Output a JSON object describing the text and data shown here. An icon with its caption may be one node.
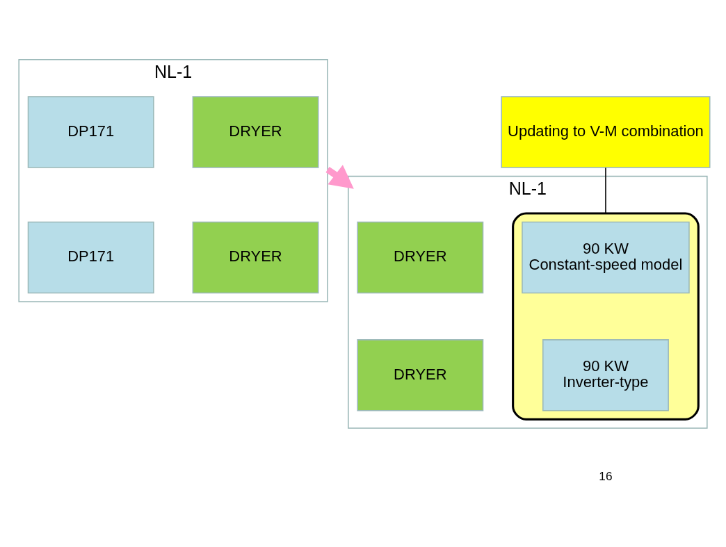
{
  "diagram": {
    "nodes": [
      {
        "text": [
          "NL-1"
        ]
      },
      {
        "text": [
          "DRYER"
        ],
        "in": 0
      },
      {
        "text": [
          "DP171"
        ],
        "in": 0
      },
      {
        "text": [
          "DRYER"
        ],
        "in": 0
      },
      {
        "text": [
          "DP171"
        ],
        "in": 0
      },
      {
        "text": [
          "NL-1"
        ]
      },
      {
        "text": [
          "DRYER"
        ],
        "in": 5
      },
      {
        "text": [],
        "shape": "box",
        "in": 5
      },
      {
        "text": [
          "90 KW",
          "Constant-speed model"
        ],
        "in": 7
      },
      {
        "text": [
          "DRYER"
        ],
        "in": 5
      },
      {
        "text": [
          "90 KW",
          "Inverter-type"
        ],
        "in": 7
      },
      {
        "text": [
          "Updating to V-M combination"
        ]
      }
    ],
    "edges": [
      {
        "from": 0,
        "to": 5,
        "arrow": "to",
        "style": "thick",
        "color": "#ff99cc"
      },
      {
        "from": 11,
        "to": 7,
        "arrow": "none",
        "color": "#000000"
      }
    ],
    "labels": [
      "16"
    ]
  }
}
